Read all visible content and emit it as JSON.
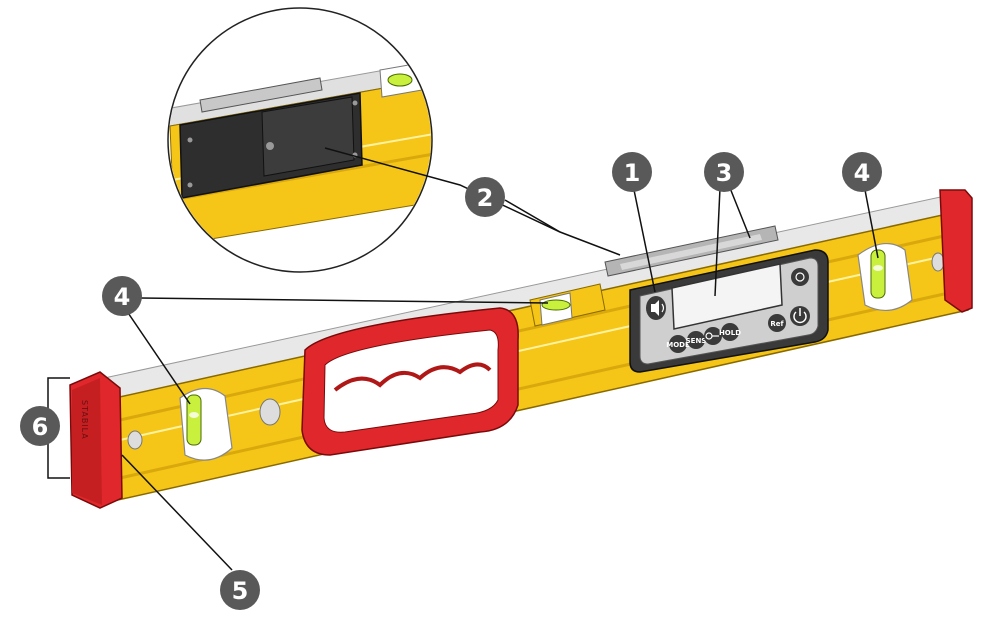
{
  "colors": {
    "body_yellow": "#F5C518",
    "body_shadow": "#D9A80C",
    "cap_red": "#E0282C",
    "panel_dark": "#3A3A3A",
    "callout_gray": "#595959"
  },
  "callouts": [
    {
      "label": "1"
    },
    {
      "label": "2"
    },
    {
      "label": "3"
    },
    {
      "label": "4"
    },
    {
      "label": "4"
    },
    {
      "label": "5"
    },
    {
      "label": "6"
    }
  ],
  "keypad": {
    "mode": "MODE",
    "sens": "SENS",
    "hold": "HOLD",
    "ref": "Ref"
  },
  "icons": {
    "speaker": "speaker-icon",
    "key": "key-icon",
    "power": "power-icon",
    "backlight": "backlight-icon"
  },
  "end_cap_brand": "STABILA"
}
